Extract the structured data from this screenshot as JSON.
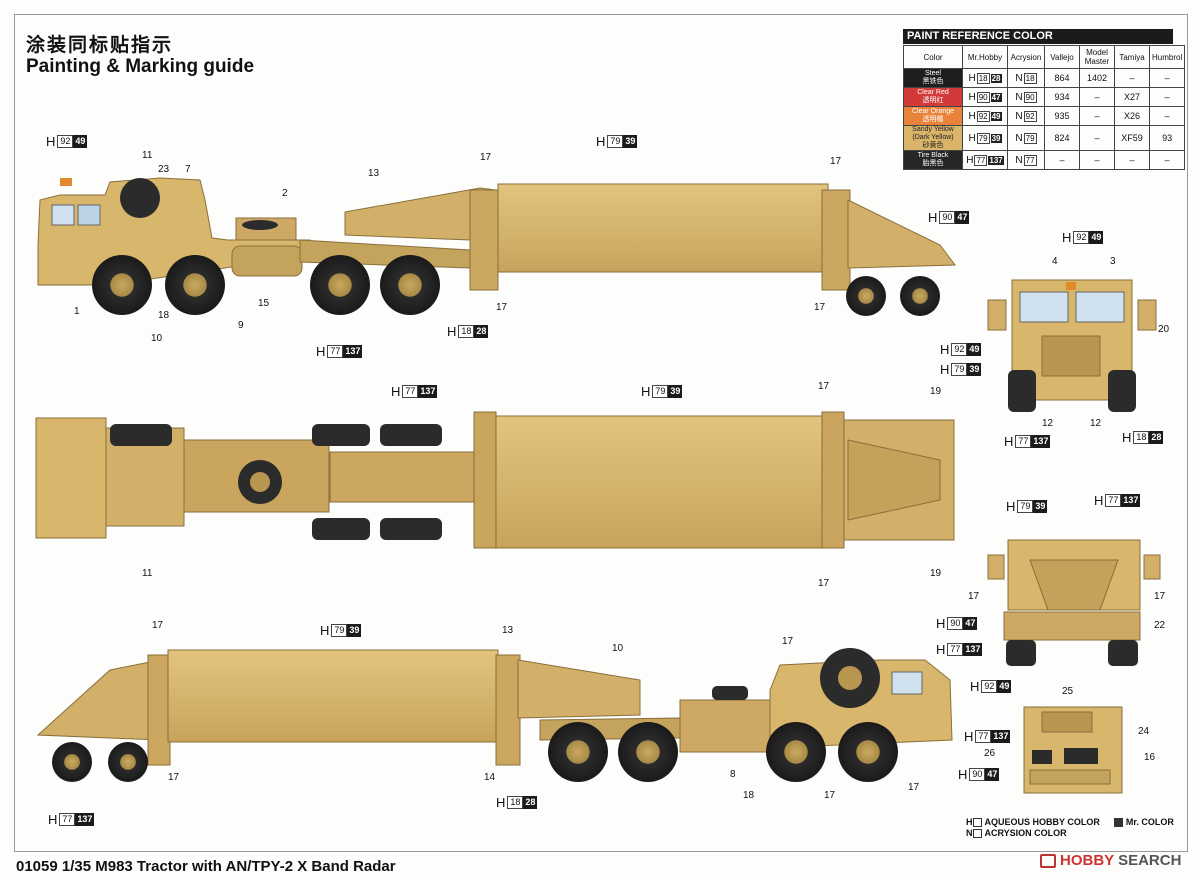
{
  "header": {
    "title_cn": "涂装同标贴指示",
    "title_en": "Painting & Marking guide"
  },
  "paint_ref": {
    "title": "PAINT  REFERENCE COLOR",
    "columns": [
      "Color",
      "Mr.Hobby",
      "Acrysion",
      "Vallejo",
      "Model Master",
      "Tamiya",
      "Humbrol"
    ],
    "rows": [
      {
        "name": "Steel",
        "name_cn": "黑铁色",
        "swatch": "#1e1e1e",
        "mrhobby": "18",
        "mrhobby_no": "28",
        "acrysion": "18",
        "vallejo": "864",
        "modelmaster": "1402",
        "tamiya": "–",
        "humbrol": "–"
      },
      {
        "name": "Clear Red",
        "name_cn": "透明红",
        "swatch": "#d23a3a",
        "mrhobby": "90",
        "mrhobby_no": "47",
        "acrysion": "90",
        "vallejo": "934",
        "modelmaster": "–",
        "tamiya": "X27",
        "humbrol": "–"
      },
      {
        "name": "Clear Orange",
        "name_cn": "透明橘",
        "swatch": "#e9823a",
        "mrhobby": "92",
        "mrhobby_no": "49",
        "acrysion": "92",
        "vallejo": "935",
        "modelmaster": "–",
        "tamiya": "X26",
        "humbrol": "–"
      },
      {
        "name": "Sandy Yellow (Dark Yellow)",
        "name_cn": "砂黄色",
        "swatch": "#d9b469",
        "mrhobby": "79",
        "mrhobby_no": "39",
        "acrysion": "79",
        "vallejo": "824",
        "modelmaster": "–",
        "tamiya": "XF59",
        "humbrol": "93"
      },
      {
        "name": "Tire Black",
        "name_cn": "胎黑色",
        "swatch": "#262626",
        "mrhobby": "77",
        "mrhobby_no": "137",
        "acrysion": "77",
        "vallejo": "–",
        "modelmaster": "–",
        "tamiya": "–",
        "humbrol": "–"
      }
    ]
  },
  "callouts": [
    {
      "id": "c1",
      "prefix": "H",
      "white": "92",
      "black": "49"
    },
    {
      "id": "c2",
      "prefix": "H",
      "white": "79",
      "black": "39"
    },
    {
      "id": "c3",
      "prefix": "H",
      "white": "90",
      "black": "47"
    },
    {
      "id": "c4",
      "prefix": "H",
      "white": "92",
      "black": "49"
    },
    {
      "id": "c5",
      "prefix": "H",
      "white": "18",
      "black": "28"
    },
    {
      "id": "c6",
      "prefix": "H",
      "white": "77",
      "black": "137"
    },
    {
      "id": "c7",
      "prefix": "H",
      "white": "92",
      "black": "49"
    },
    {
      "id": "c8",
      "prefix": "H",
      "white": "79",
      "black": "39"
    },
    {
      "id": "c9",
      "prefix": "H",
      "white": "77",
      "black": "137"
    },
    {
      "id": "c10",
      "prefix": "H",
      "white": "18",
      "black": "28"
    },
    {
      "id": "c11",
      "prefix": "H",
      "white": "77",
      "black": "137"
    },
    {
      "id": "c12",
      "prefix": "H",
      "white": "79",
      "black": "39"
    },
    {
      "id": "c13",
      "prefix": "H",
      "white": "79",
      "black": "39"
    },
    {
      "id": "c14",
      "prefix": "H",
      "white": "77",
      "black": "137"
    },
    {
      "id": "c15",
      "prefix": "H",
      "white": "90",
      "black": "47"
    },
    {
      "id": "c16",
      "prefix": "H",
      "white": "77",
      "black": "137"
    },
    {
      "id": "c17",
      "prefix": "H",
      "white": "79",
      "black": "39"
    },
    {
      "id": "c18",
      "prefix": "H",
      "white": "92",
      "black": "49"
    },
    {
      "id": "c19",
      "prefix": "H",
      "white": "18",
      "black": "28"
    },
    {
      "id": "c20",
      "prefix": "H",
      "white": "77",
      "black": "137"
    },
    {
      "id": "c21",
      "prefix": "H",
      "white": "77",
      "black": "137"
    },
    {
      "id": "c22",
      "prefix": "H",
      "white": "90",
      "black": "47"
    }
  ],
  "part_numbers": [
    "11",
    "23",
    "7",
    "2",
    "13",
    "17",
    "17",
    "1",
    "15",
    "9",
    "18",
    "10",
    "17",
    "17",
    "4",
    "3",
    "20",
    "12",
    "12",
    "17",
    "19",
    "11",
    "17",
    "19",
    "17",
    "17",
    "17",
    "13",
    "10",
    "17",
    "17",
    "14",
    "8",
    "18",
    "17",
    "17",
    "22",
    "25",
    "24",
    "26",
    "16"
  ],
  "legend": {
    "line1_a": "AQUEOUS HOBBY COLOR",
    "line1_b": "Mr. COLOR",
    "line2": "ACRYSION COLOR"
  },
  "footer": {
    "product": "01059 1/35 M983 Tractor with AN/TPY-2 X Band Radar",
    "watermark_a": "HOBBY",
    "watermark_b": " SEARCH"
  },
  "colors": {
    "sand": "#d8b66c",
    "sand_dark": "#b8964f",
    "tire": "#2b2b2b"
  }
}
